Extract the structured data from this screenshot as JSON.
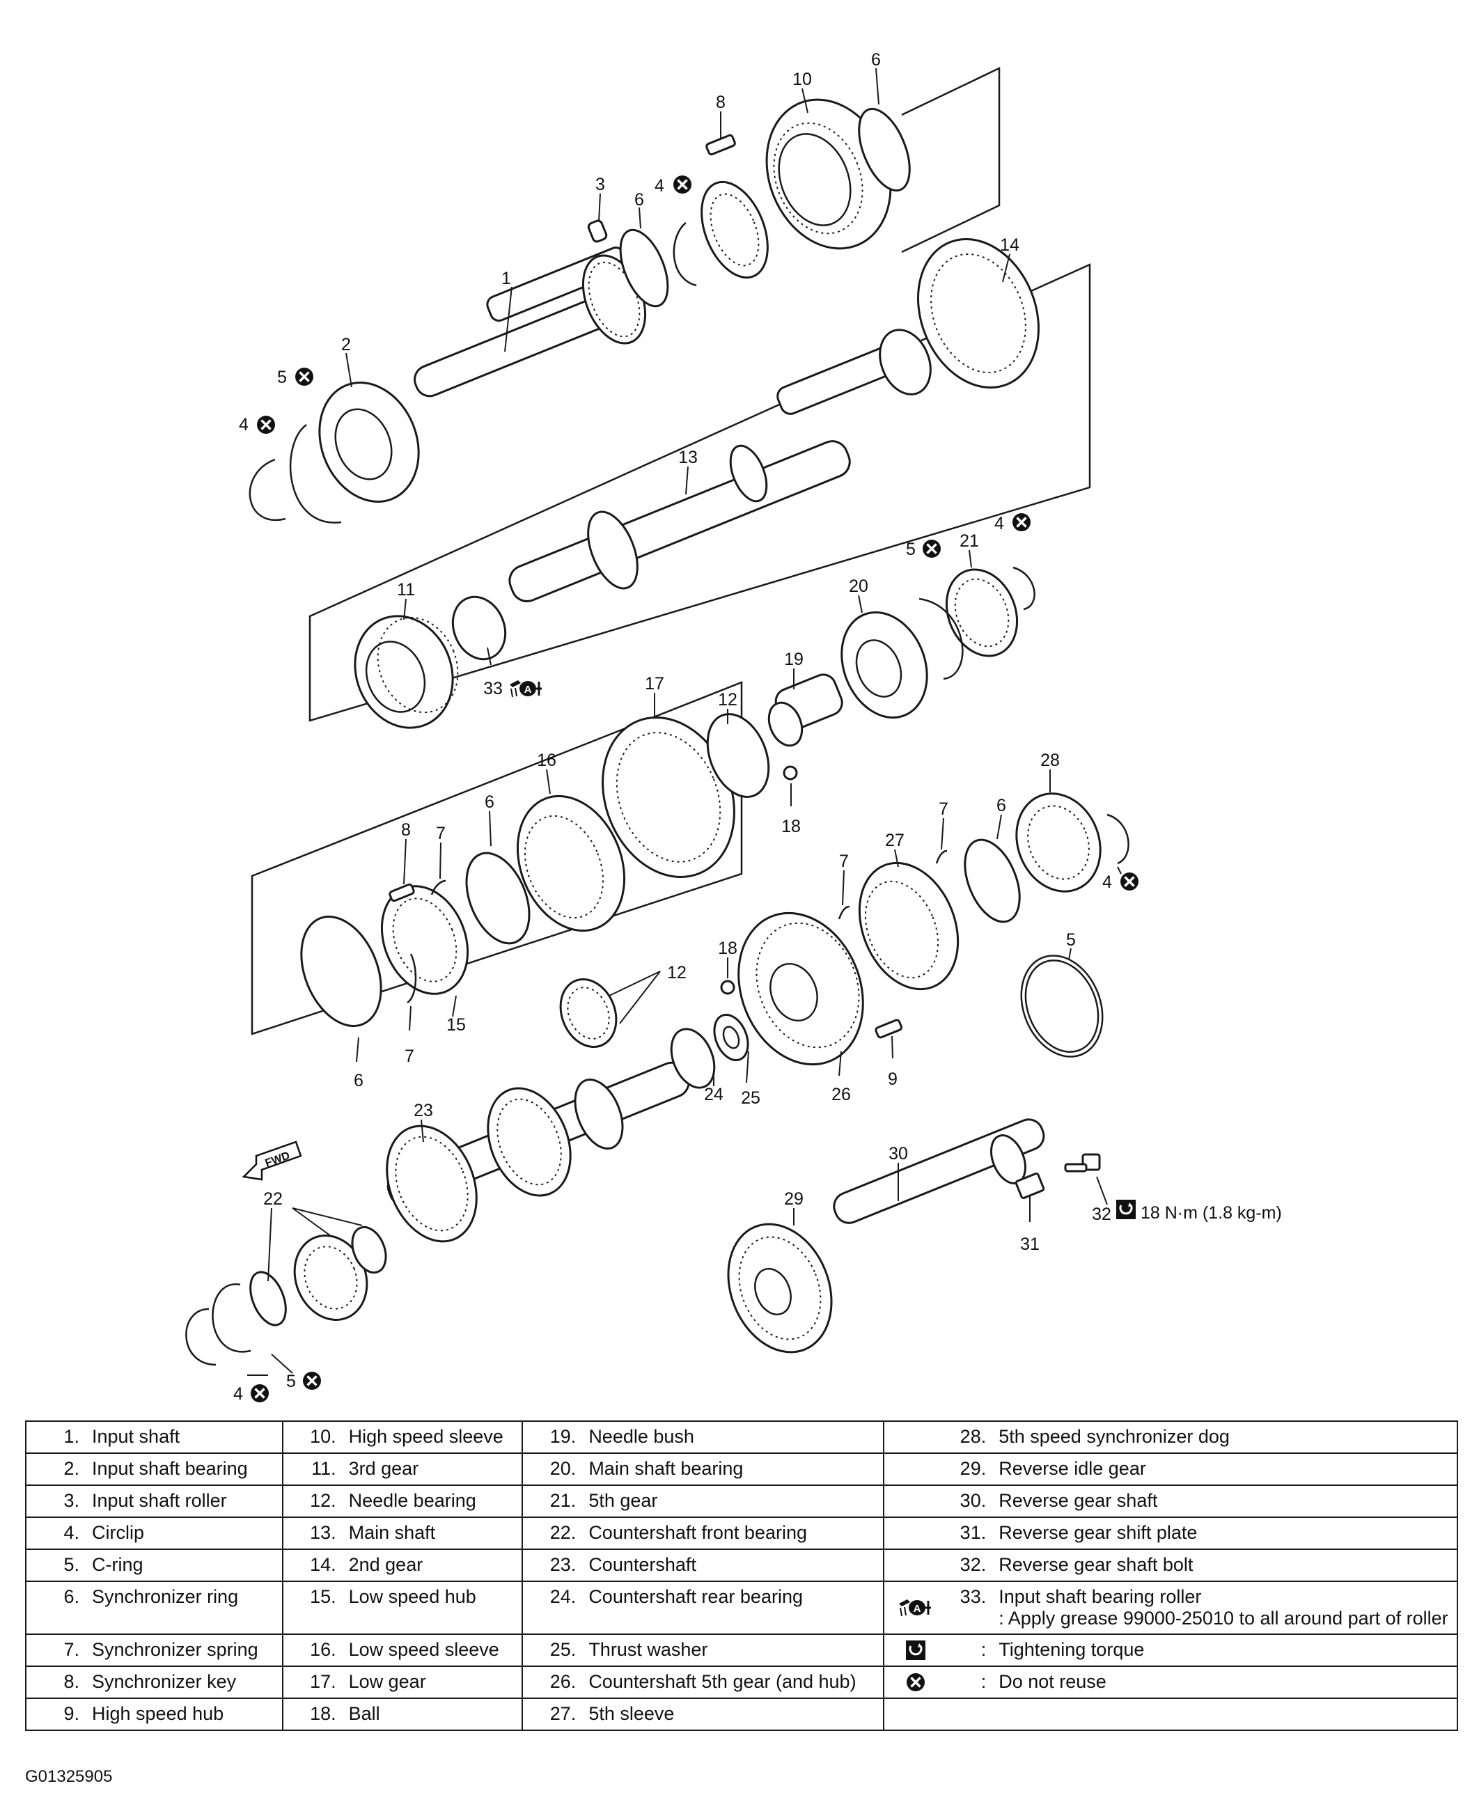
{
  "callouts": [
    {
      "id": "c1",
      "text": "1",
      "reuse": false
    },
    {
      "id": "c2",
      "text": "2",
      "reuse": false
    },
    {
      "id": "c3",
      "text": "3",
      "reuse": false
    },
    {
      "id": "c4a",
      "text": "4",
      "reuse": true
    },
    {
      "id": "c4b",
      "text": "4",
      "reuse": true
    },
    {
      "id": "c4c",
      "text": "4",
      "reuse": true
    },
    {
      "id": "c4d",
      "text": "4",
      "reuse": true
    },
    {
      "id": "c4e",
      "text": "4",
      "reuse": true
    },
    {
      "id": "c5a",
      "text": "5",
      "reuse": true
    },
    {
      "id": "c5b",
      "text": "5",
      "reuse": true
    },
    {
      "id": "c5c",
      "text": "5",
      "reuse": false
    },
    {
      "id": "c5d",
      "text": "5",
      "reuse": true
    },
    {
      "id": "c6a",
      "text": "6",
      "reuse": false
    },
    {
      "id": "c6b",
      "text": "6",
      "reuse": false
    },
    {
      "id": "c6c",
      "text": "6",
      "reuse": false
    },
    {
      "id": "c6d",
      "text": "6",
      "reuse": false
    },
    {
      "id": "c6e",
      "text": "6",
      "reuse": false
    },
    {
      "id": "c7a",
      "text": "7",
      "reuse": false
    },
    {
      "id": "c7b",
      "text": "7",
      "reuse": false
    },
    {
      "id": "c7c",
      "text": "7",
      "reuse": false
    },
    {
      "id": "c7d",
      "text": "7",
      "reuse": false
    },
    {
      "id": "c8a",
      "text": "8",
      "reuse": false
    },
    {
      "id": "c8b",
      "text": "8",
      "reuse": false
    },
    {
      "id": "c9",
      "text": "9",
      "reuse": false
    },
    {
      "id": "c10",
      "text": "10",
      "reuse": false
    },
    {
      "id": "c11",
      "text": "11",
      "reuse": false
    },
    {
      "id": "c12a",
      "text": "12",
      "reuse": false
    },
    {
      "id": "c12b",
      "text": "12",
      "reuse": false
    },
    {
      "id": "c13",
      "text": "13",
      "reuse": false
    },
    {
      "id": "c14",
      "text": "14",
      "reuse": false
    },
    {
      "id": "c15",
      "text": "15",
      "reuse": false
    },
    {
      "id": "c16",
      "text": "16",
      "reuse": false
    },
    {
      "id": "c17",
      "text": "17",
      "reuse": false
    },
    {
      "id": "c18a",
      "text": "18",
      "reuse": false
    },
    {
      "id": "c18b",
      "text": "18",
      "reuse": false
    },
    {
      "id": "c19",
      "text": "19",
      "reuse": false
    },
    {
      "id": "c20",
      "text": "20",
      "reuse": false
    },
    {
      "id": "c21",
      "text": "21",
      "reuse": false
    },
    {
      "id": "c22",
      "text": "22",
      "reuse": false
    },
    {
      "id": "c23",
      "text": "23",
      "reuse": false
    },
    {
      "id": "c24",
      "text": "24",
      "reuse": false
    },
    {
      "id": "c25",
      "text": "25",
      "reuse": false
    },
    {
      "id": "c26",
      "text": "26",
      "reuse": false
    },
    {
      "id": "c27",
      "text": "27",
      "reuse": false
    },
    {
      "id": "c28",
      "text": "28",
      "reuse": false
    },
    {
      "id": "c29",
      "text": "29",
      "reuse": false
    },
    {
      "id": "c30",
      "text": "30",
      "reuse": false
    },
    {
      "id": "c31",
      "text": "31",
      "reuse": false
    },
    {
      "id": "c32",
      "text": "32",
      "reuse": false
    },
    {
      "id": "c33",
      "text": "33",
      "reuse": false
    }
  ],
  "torque_note": "18 N·m (1.8 kg-m)",
  "fwd_label": "FWD",
  "grease_badge": "A",
  "legend": {
    "col1": [
      {
        "n": "1.",
        "t": "Input shaft"
      },
      {
        "n": "2.",
        "t": "Input shaft bearing"
      },
      {
        "n": "3.",
        "t": "Input shaft roller"
      },
      {
        "n": "4.",
        "t": "Circlip"
      },
      {
        "n": "5.",
        "t": "C-ring"
      },
      {
        "n": "6.",
        "t": "Synchronizer ring"
      },
      {
        "n": "7.",
        "t": "Synchronizer spring"
      },
      {
        "n": "8.",
        "t": "Synchronizer key"
      },
      {
        "n": "9.",
        "t": "High speed hub"
      }
    ],
    "col2": [
      {
        "n": "10.",
        "t": "High speed sleeve"
      },
      {
        "n": "11.",
        "t": "3rd gear"
      },
      {
        "n": "12.",
        "t": "Needle bearing"
      },
      {
        "n": "13.",
        "t": "Main shaft"
      },
      {
        "n": "14.",
        "t": "2nd gear"
      },
      {
        "n": "15.",
        "t": "Low speed hub"
      },
      {
        "n": "16.",
        "t": "Low speed sleeve"
      },
      {
        "n": "17.",
        "t": "Low gear"
      },
      {
        "n": "18.",
        "t": "Ball"
      }
    ],
    "col3": [
      {
        "n": "19.",
        "t": "Needle bush"
      },
      {
        "n": "20.",
        "t": "Main shaft bearing"
      },
      {
        "n": "21.",
        "t": "5th gear"
      },
      {
        "n": "22.",
        "t": "Countershaft front bearing"
      },
      {
        "n": "23.",
        "t": "Countershaft"
      },
      {
        "n": "24.",
        "t": "Countershaft rear bearing"
      },
      {
        "n": "25.",
        "t": "Thrust washer"
      },
      {
        "n": "26.",
        "t": "Countershaft 5th gear (and hub)"
      },
      {
        "n": "27.",
        "t": "5th sleeve"
      }
    ],
    "col4": [
      {
        "n": "28.",
        "t": "5th speed synchronizer dog",
        "sym": ""
      },
      {
        "n": "29.",
        "t": "Reverse idle gear",
        "sym": ""
      },
      {
        "n": "30.",
        "t": "Reverse gear shaft",
        "sym": ""
      },
      {
        "n": "31.",
        "t": "Reverse gear shift plate",
        "sym": ""
      },
      {
        "n": "32.",
        "t": "Reverse gear shaft bolt",
        "sym": ""
      },
      {
        "n": "33.",
        "t": "Input shaft bearing roller",
        "t2": ": Apply grease 99000-25010 to all around part of roller",
        "sym": "grease"
      },
      {
        "n": ":",
        "t": "Tightening torque",
        "sym": "torque"
      },
      {
        "n": ":",
        "t": "Do not reuse",
        "sym": "noreuse"
      },
      {
        "n": "",
        "t": "",
        "sym": ""
      }
    ]
  },
  "figure_code": "G01325905"
}
